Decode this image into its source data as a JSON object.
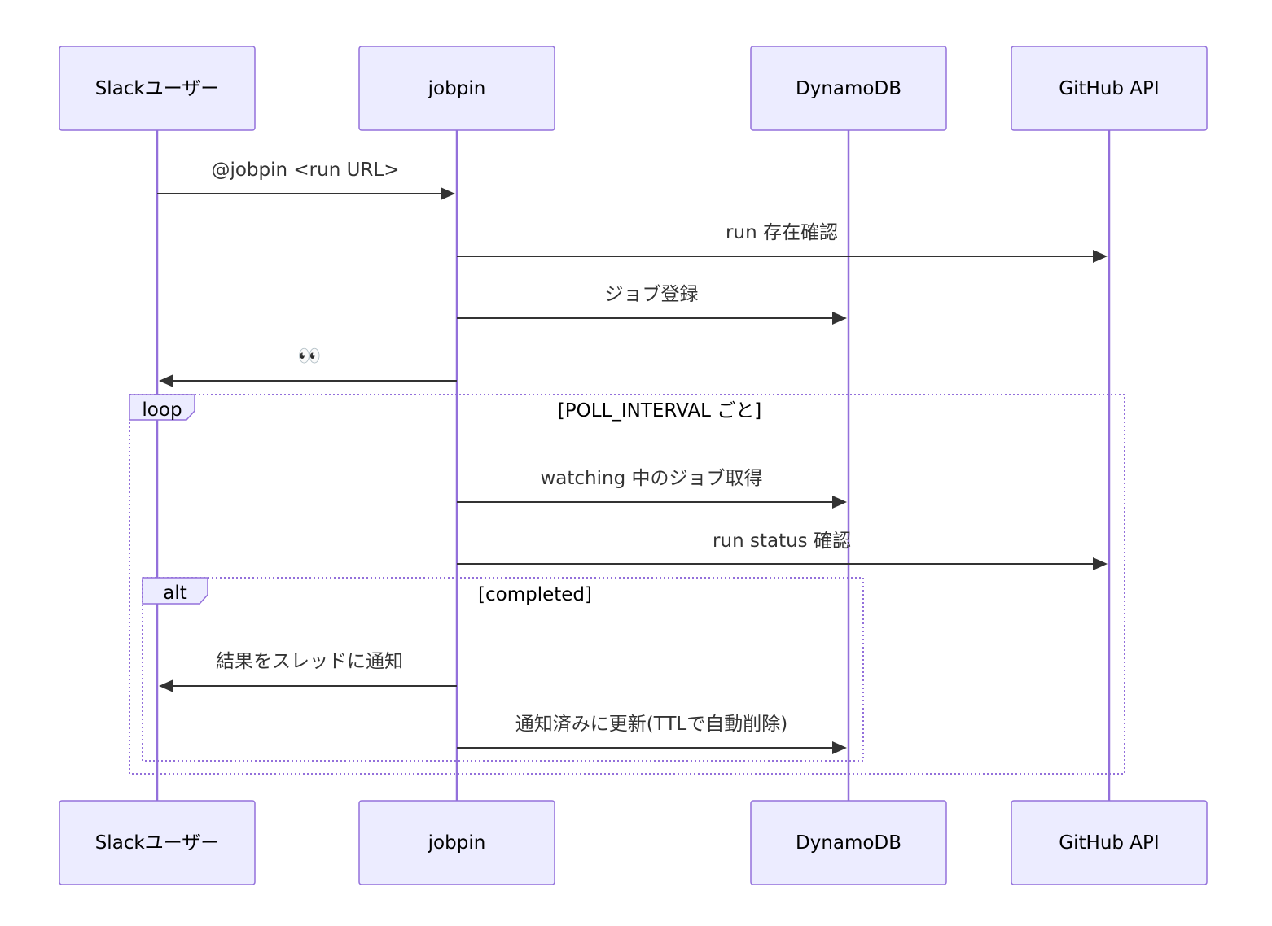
{
  "actors": [
    {
      "name": "Slackユーザー"
    },
    {
      "name": "jobpin"
    },
    {
      "name": "DynamoDB"
    },
    {
      "name": "GitHub API"
    }
  ],
  "messages": [
    {
      "from": 0,
      "to": 1,
      "text": "@jobpin <run URL>"
    },
    {
      "from": 1,
      "to": 3,
      "text": "run 存在確認"
    },
    {
      "from": 1,
      "to": 2,
      "text": "ジョブ登録"
    },
    {
      "from": 1,
      "to": 0,
      "text": "👀"
    },
    {
      "from": 1,
      "to": 2,
      "text": "watching 中のジョブ取得"
    },
    {
      "from": 1,
      "to": 3,
      "text": "run status 確認"
    },
    {
      "from": 1,
      "to": 0,
      "text": "結果をスレッドに通知"
    },
    {
      "from": 1,
      "to": 2,
      "text": "通知済みに更新(TTLで自動削除)"
    }
  ],
  "frames": [
    {
      "kind": "loop",
      "condition": "[POLL_INTERVAL ごと]"
    },
    {
      "kind": "alt",
      "condition": "[completed]"
    }
  ],
  "colors": {
    "actor_fill": "#ececff",
    "actor_border": "#9370db",
    "lifeline": "#9370db",
    "message": "#333333"
  }
}
